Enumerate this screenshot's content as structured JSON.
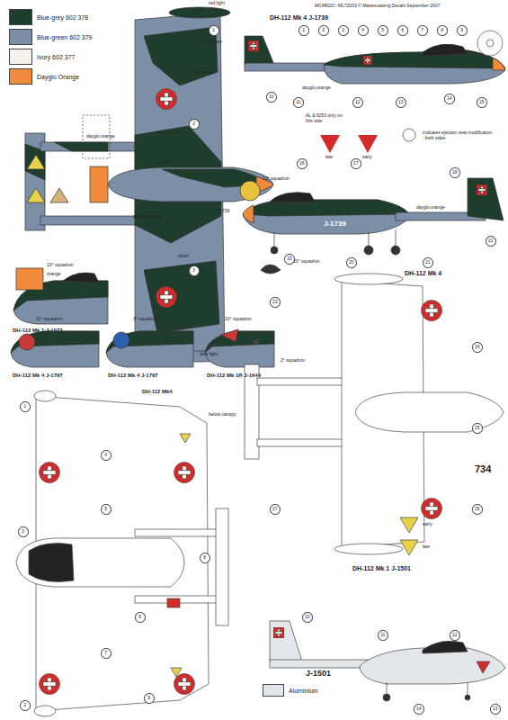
{
  "diagram": {
    "labels": [
      "MC48020 / ML72003  © Mastercasting Decals September 2007",
      "red light",
      "blue-grey",
      "blue-green",
      "blue-green",
      "dayglo orange",
      "silver",
      "dayglo orange",
      "silver",
      "blue light",
      "J-1739",
      "DH-112 Mk 4  J-1739",
      "J-1739",
      "dayglo orange",
      "AL & 6250 only on this side",
      "late",
      "early",
      "indicates ejection seat modification : both sides",
      "13° squadron",
      "dayglo orange",
      "J-1739",
      "20° squadron",
      "DH-112 Mk 4",
      "13° squadron",
      "orange",
      "DH-112 Mk 1  J-1573",
      "11° squadron",
      "3° squadron",
      "10° squadron",
      "DH-112 Mk 4  J-1797",
      "DH-112 Mk 4  J-1797",
      "DH-112 Mk 1R  J-1644",
      "2° squadron",
      "DH-112 Mk4",
      "below canopy",
      "734",
      "early",
      "late",
      "DH-112 Mk 1  J-1501",
      "J-1501",
      "1",
      "2",
      "3",
      "4",
      "5",
      "6",
      "7",
      "8",
      "9",
      "10",
      "11",
      "12",
      "13",
      "14",
      "15",
      "16",
      "17",
      "18",
      "19",
      "20",
      "21",
      "22",
      "23",
      "24",
      "25",
      "26",
      "27",
      "1",
      "2",
      "3",
      "4",
      "5",
      "6",
      "7",
      "8",
      "9",
      "10",
      "11",
      "12",
      "13",
      "14",
      "1",
      "2",
      "3"
    ],
    "legend": [
      {
        "text": "Blue-grey  602 378",
        "color": "#1f3d2c"
      },
      {
        "text": "Blue-green  602 379",
        "color": "#7d8fa6"
      },
      {
        "text": "Ivory  602 377",
        "color": "#f4f2ea"
      },
      {
        "text": "Dayglo Orange",
        "color": "#f08a3c"
      },
      {
        "text": "Aluminium",
        "color": "#dfe6ee"
      }
    ]
  }
}
